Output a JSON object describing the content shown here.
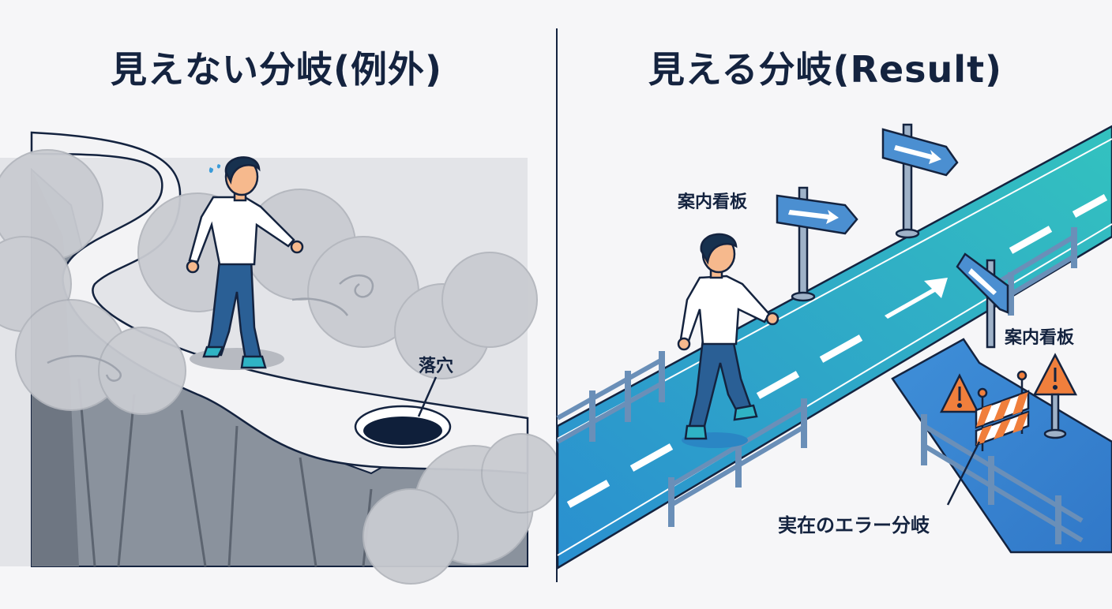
{
  "left_panel": {
    "title": "見えない分岐(例外)",
    "hole_label": "落穴",
    "fog_color": "#c9cbd1",
    "cliff_color": "#7d8591"
  },
  "right_panel": {
    "title": "見える分岐(Result)",
    "sign_label_left": "案内看板",
    "sign_label_right": "案内看板",
    "error_label": "実在のエラー分岐",
    "road_color": "#2fb3c4",
    "error_road_color": "#3a86d4",
    "sign_color": "#4b8fd1",
    "warning_color": "#f07f3c"
  },
  "colors": {
    "outline": "#14233f",
    "divider": "#14233f",
    "shirt": "#ffffff",
    "pants": "#2a5f95",
    "skin": "#f6b98d",
    "hair": "#17314f"
  }
}
